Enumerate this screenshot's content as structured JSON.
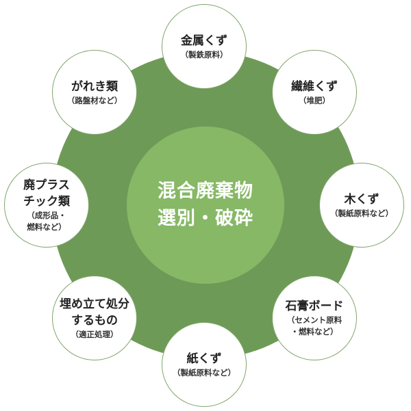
{
  "center": {
    "line1": "混合廃棄物",
    "line2": "選別・破砕"
  },
  "colors": {
    "ring": "#6e9a57",
    "core": "#86b866",
    "border": "#7fa56a"
  },
  "items": [
    {
      "title": [
        "金属くず"
      ],
      "sub": [
        "（製鉄原料）"
      ]
    },
    {
      "title": [
        "繊維くず"
      ],
      "sub": [
        "（堆肥）"
      ]
    },
    {
      "title": [
        "木くず"
      ],
      "sub": [
        "（製紙原料など）"
      ]
    },
    {
      "title": [
        "石膏ボード"
      ],
      "sub": [
        "（セメント原料",
        "・燃料など）"
      ]
    },
    {
      "title": [
        "紙くず"
      ],
      "sub": [
        "（製紙原料など）"
      ]
    },
    {
      "title": [
        "埋め立て処分",
        "するもの"
      ],
      "sub": [
        "（適正処理）"
      ]
    },
    {
      "title": [
        "廃プラス",
        "チック類"
      ],
      "sub": [
        "（成形品・",
        "燃料など）"
      ]
    },
    {
      "title": [
        "がれき類"
      ],
      "sub": [
        "（路盤材など）"
      ]
    }
  ]
}
